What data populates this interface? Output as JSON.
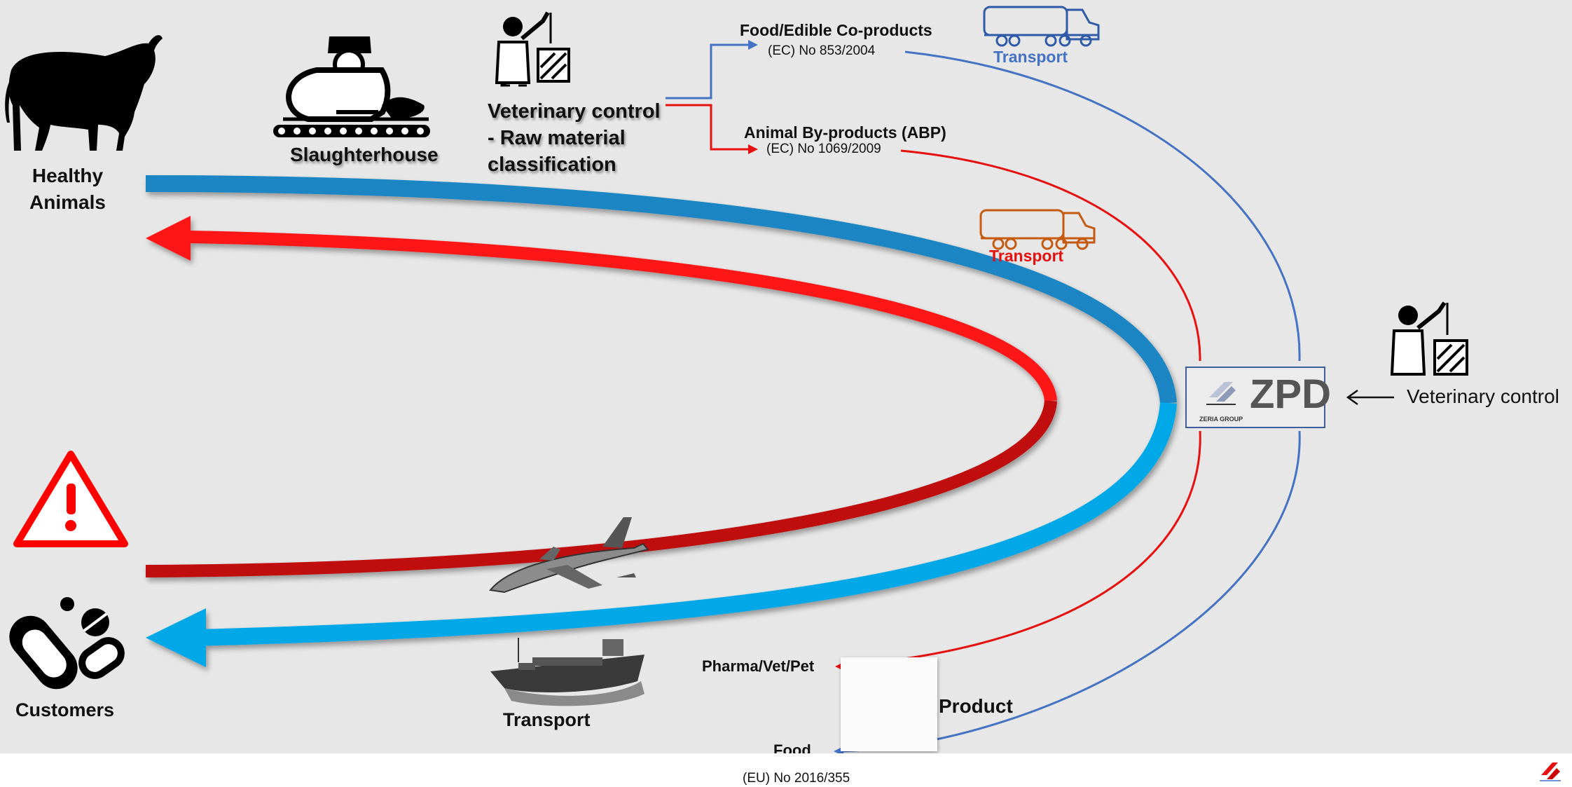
{
  "labels": {
    "healthy_animals": "Healthy\nAnimals",
    "slaughterhouse": "Slaughterhouse",
    "vet_control_raw": "Veterinary control\n- Raw material\nclassification",
    "food_coproducts_title": "Food/Edible Co-products",
    "food_coproducts_reg": "(EC) No 853/2004",
    "abp_title": "Animal By-products (ABP)",
    "abp_reg": "(EC) No 1069/2009",
    "transport_blue": "Transport",
    "transport_orange": "Transport",
    "transport_ship": "Transport",
    "zpd": "ZPD",
    "zeria_group": "ZERIA GROUP",
    "vet_control_right": "Veterinary control",
    "customers": "Customers",
    "pharma_vet_pet": "Pharma/Vet/Pet",
    "product": "Product",
    "food": "Food",
    "footer_reg": "(EU) No 2016/355"
  },
  "colors": {
    "blue_line": "#4472c4",
    "red_line": "#e8100f",
    "teal_band": "#1a86c4",
    "cyan_band": "#00a8e8",
    "red_band": "#e8100f",
    "dark_red_band": "#b50d0d",
    "orange_truck": "#c55a11",
    "background": "#e7e7e7"
  },
  "icons": [
    "cow-icon",
    "butcher-icon",
    "veterinarian-icon",
    "truck-icon",
    "warning-icon",
    "pills-icon",
    "airplane-icon",
    "cargo-ship-icon",
    "product-drums-icon",
    "zeria-logo-icon"
  ]
}
